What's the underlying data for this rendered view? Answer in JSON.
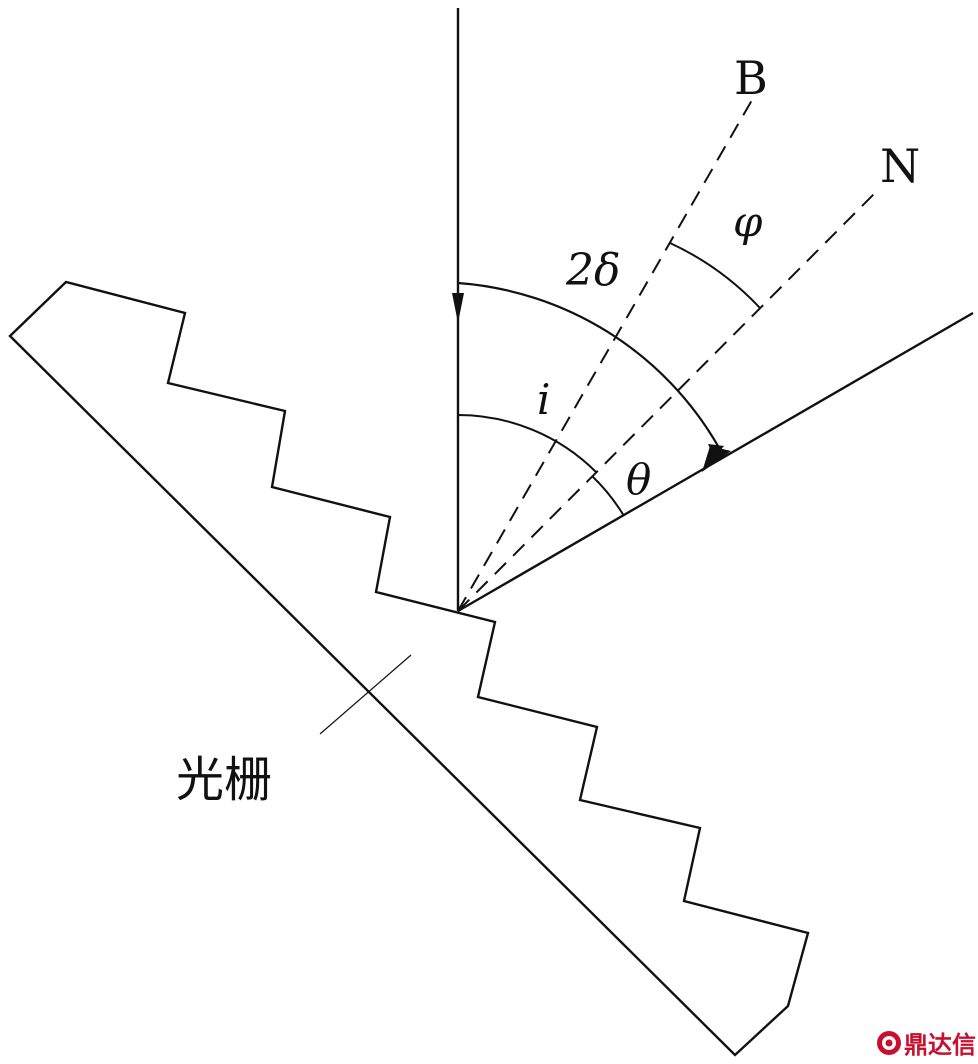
{
  "labels": {
    "ray_b": "B",
    "normal_n": "N",
    "angle_phi": "φ",
    "angle_2delta": "2δ",
    "angle_i": "i",
    "angle_theta": "θ",
    "grating": "光栅"
  },
  "watermark": {
    "text": "鼎达信",
    "color": "#c8102e"
  },
  "colors": {
    "stroke": "#111111",
    "background": "#ffffff"
  }
}
